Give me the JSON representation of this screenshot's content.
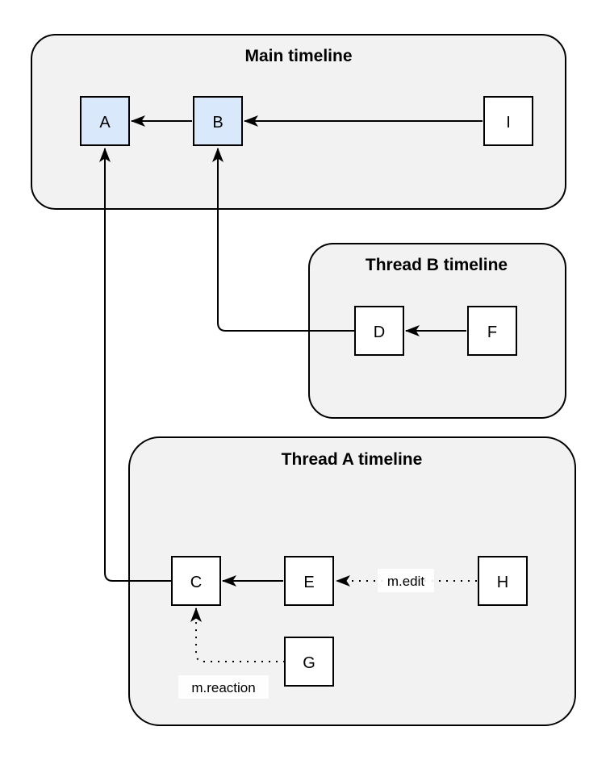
{
  "diagram": {
    "type": "event-graph",
    "colors": {
      "container_fill": "#f2f2f2",
      "container_border": "#000000",
      "node_fill_default": "#ffffff",
      "node_fill_highlighted": "#dae8fc",
      "node_border": "#000000",
      "edge_color": "#000000",
      "label_background": "#ffffff",
      "text_color": "#000000"
    },
    "containers": {
      "main": {
        "title": "Main timeline"
      },
      "thread_b": {
        "title": "Thread B timeline"
      },
      "thread_a": {
        "title": "Thread A timeline"
      }
    },
    "nodes": {
      "a": {
        "label": "A",
        "container": "main",
        "highlighted": true
      },
      "b": {
        "label": "B",
        "container": "main",
        "highlighted": true
      },
      "i": {
        "label": "I",
        "container": "main",
        "highlighted": false
      },
      "d": {
        "label": "D",
        "container": "thread_b",
        "highlighted": false
      },
      "f": {
        "label": "F",
        "container": "thread_b",
        "highlighted": false
      },
      "c": {
        "label": "C",
        "container": "thread_a",
        "highlighted": false
      },
      "e": {
        "label": "E",
        "container": "thread_a",
        "highlighted": false
      },
      "h": {
        "label": "H",
        "container": "thread_a",
        "highlighted": false
      },
      "g": {
        "label": "G",
        "container": "thread_a",
        "highlighted": false
      }
    },
    "edges": [
      {
        "from": "B",
        "to": "A",
        "style": "solid",
        "label": ""
      },
      {
        "from": "I",
        "to": "B",
        "style": "solid",
        "label": ""
      },
      {
        "from": "F",
        "to": "D",
        "style": "solid",
        "label": ""
      },
      {
        "from": "E",
        "to": "C",
        "style": "solid",
        "label": ""
      },
      {
        "from": "C",
        "to": "A",
        "style": "solid",
        "label": ""
      },
      {
        "from": "D",
        "to": "B",
        "style": "solid",
        "label": ""
      },
      {
        "from": "H",
        "to": "E",
        "style": "dotted",
        "label": "m.edit"
      },
      {
        "from": "G",
        "to": "C",
        "style": "dotted",
        "label": "m.reaction"
      }
    ]
  }
}
